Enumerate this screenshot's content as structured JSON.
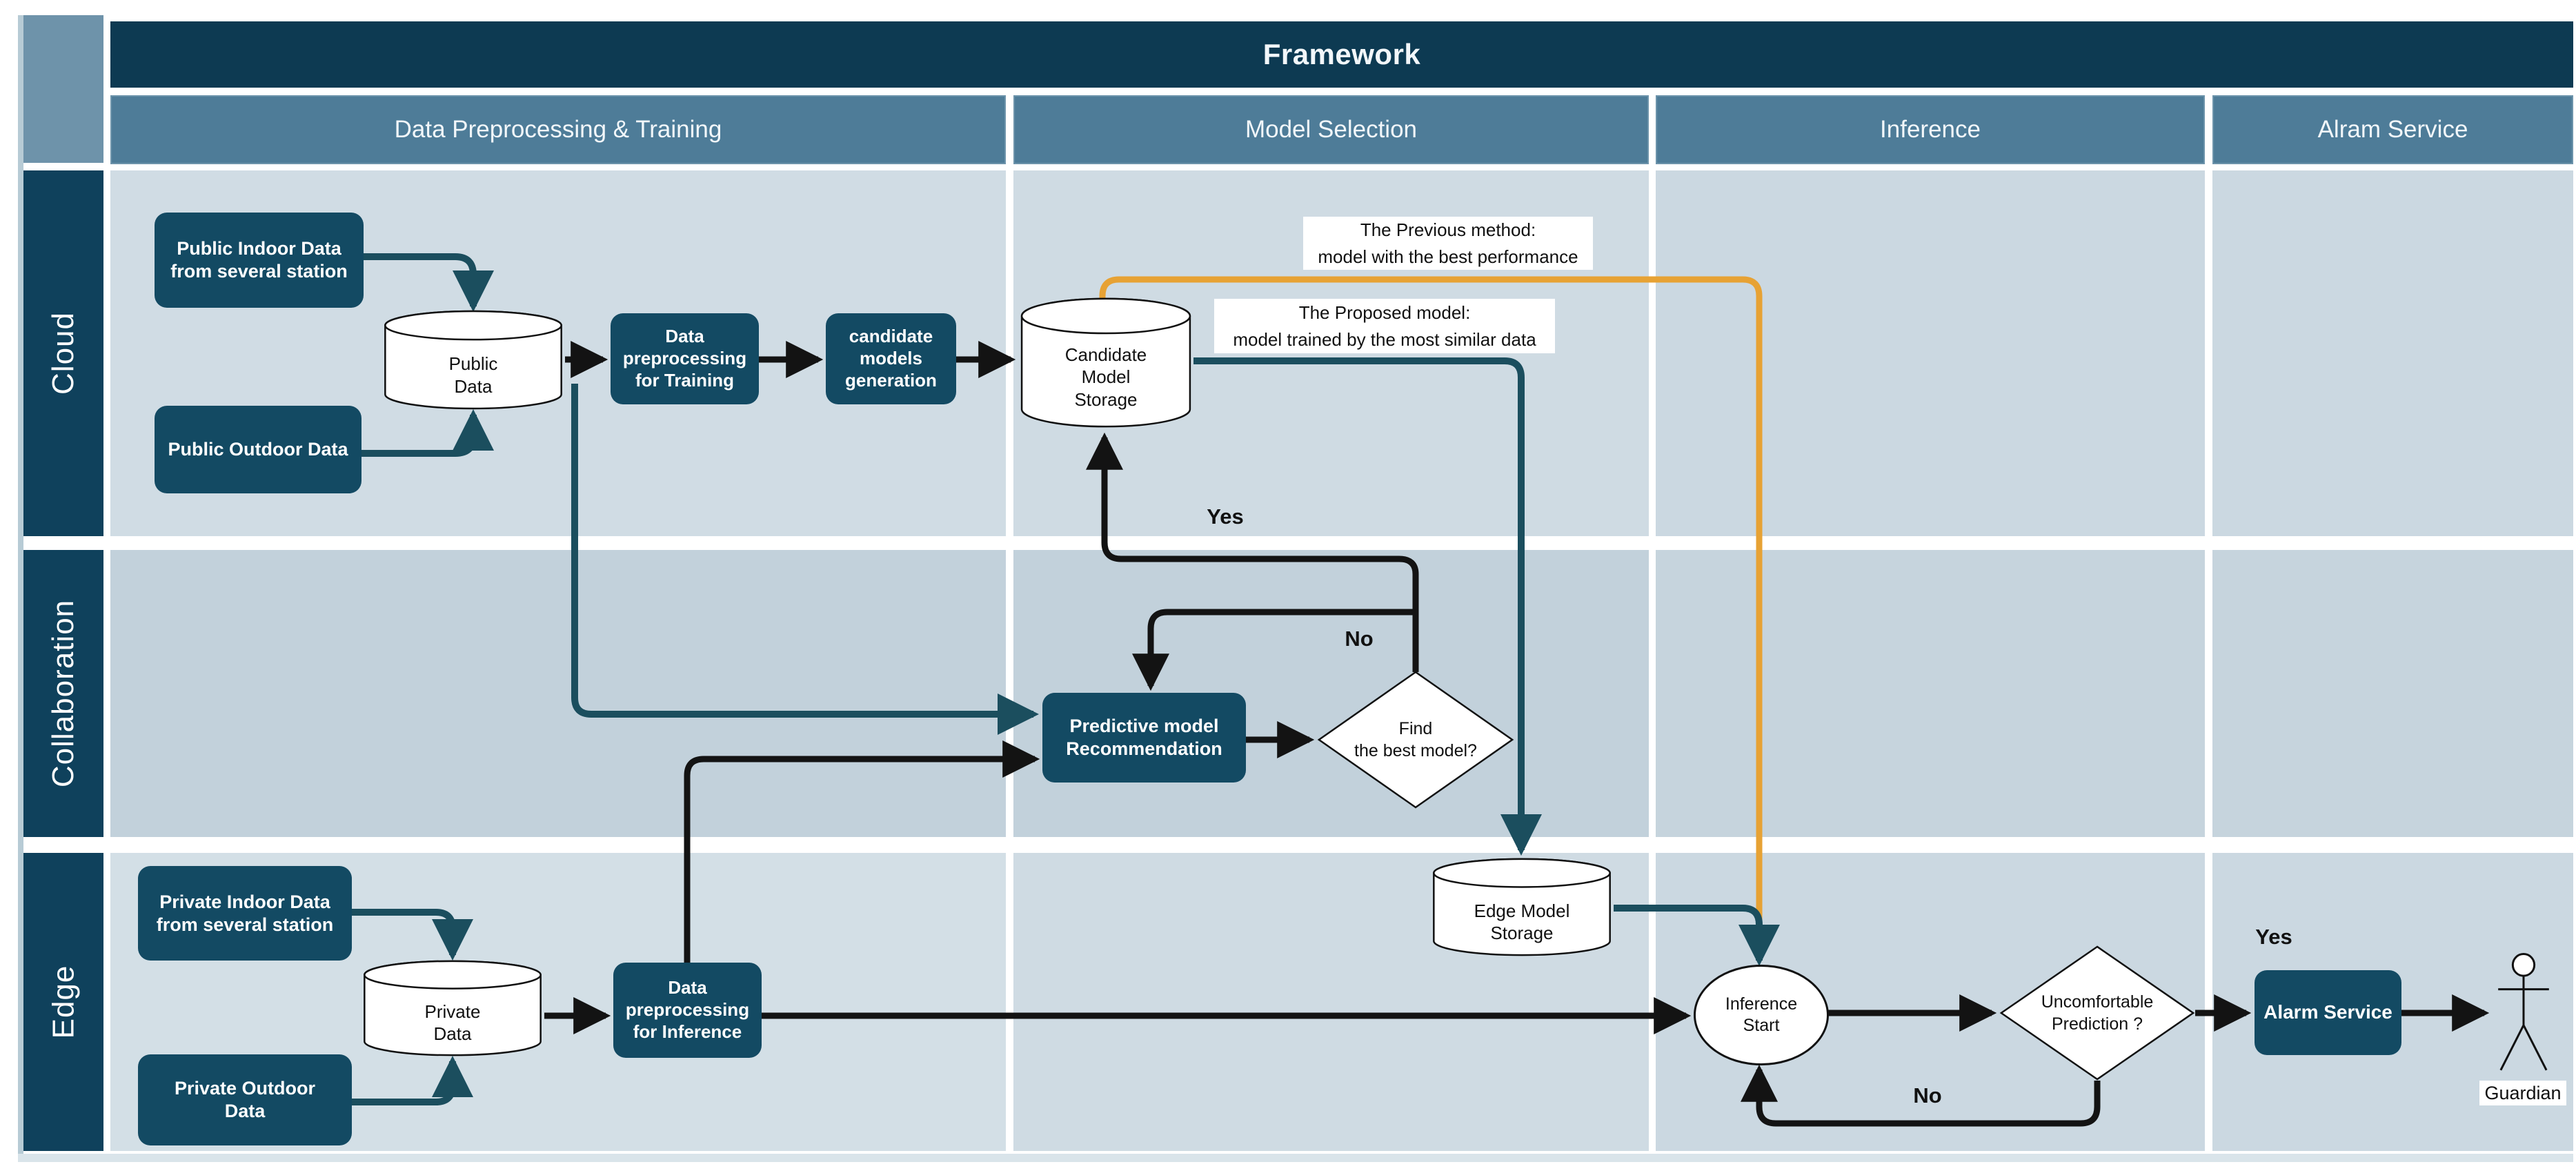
{
  "diagram": {
    "title": "Framework",
    "columns": [
      "Data Preprocessing & Training",
      "Model Selection",
      "Inference",
      "Alram Service"
    ],
    "lanes": [
      "Cloud",
      "Collaboration",
      "Edge"
    ],
    "nodes": {
      "public_indoor": "Public Indoor Data\nfrom several station",
      "public_outdoor": "Public Outdoor Data",
      "public_data": "Public\nData",
      "data_preprocessing_training": "Data\npreprocessing\nfor Training",
      "candidate_models_generation": "candidate\nmodels\ngeneration",
      "candidate_model_storage": "Candidate\nModel\nStorage",
      "predictive_recommendation": "Predictive model\nRecommendation",
      "find_best_model": "Find\nthe best model?",
      "private_indoor": "Private Indoor Data\nfrom several station",
      "private_outdoor": "Private Outdoor\nData",
      "private_data": "Private\nData",
      "data_preprocessing_inference": "Data\npreprocessing\nfor Inference",
      "edge_model_storage": "Edge Model\nStorage",
      "inference_start": "Inference\nStart",
      "uncomfortable_prediction": "Uncomfortable\nPrediction ?",
      "alarm_service": "Alarm Service"
    },
    "annotations": {
      "previous_method": "The Previous method:\nmodel with the best performance",
      "proposed_model": "The Proposed model:\nmodel trained by the most similar data"
    },
    "branch_labels": {
      "model_yes": "Yes",
      "model_no": "No",
      "alarm_yes": "Yes",
      "alarm_no": "No"
    },
    "actor": {
      "label": "Guardian"
    },
    "colors": {
      "title_bar": "#0d3a52",
      "column_header": "#4e7c98",
      "lane_label_bar": "#0f415c",
      "lane_fill_light": "#d0dce4",
      "lane_fill_collab": "#c2d1db",
      "node_fill": "#134a63",
      "teal_connector": "#1b4e5e",
      "black_connector": "#131313",
      "orange_connector": "#e7a234",
      "shape_outline": "#111111"
    }
  }
}
